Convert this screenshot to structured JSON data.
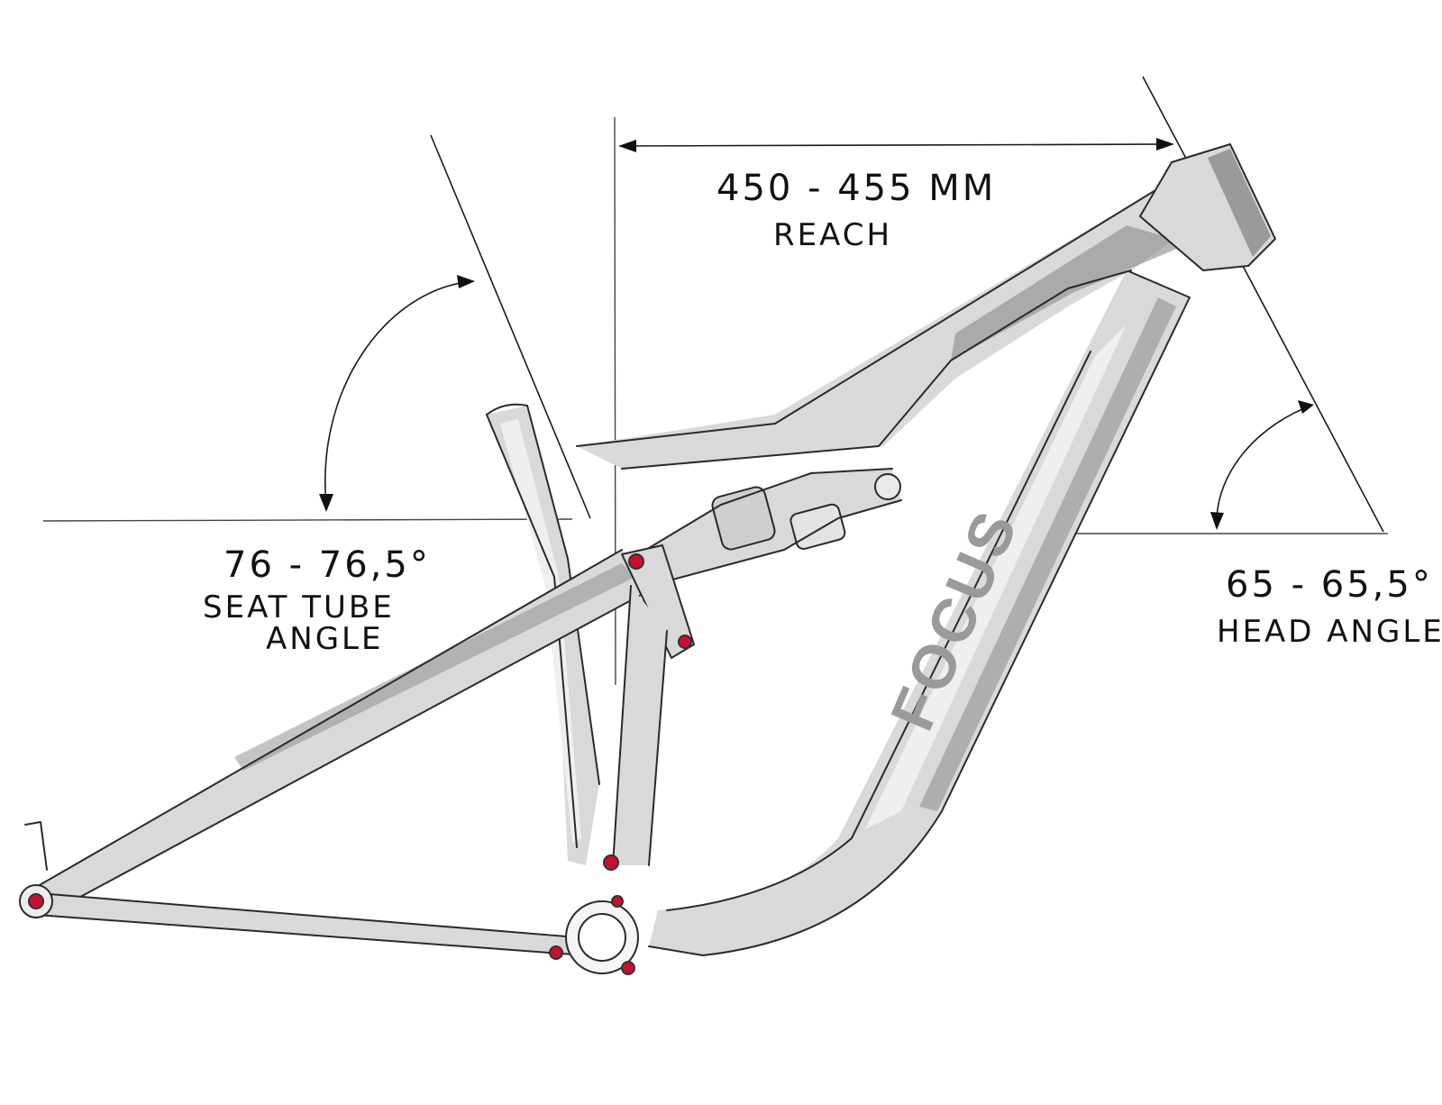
{
  "labels": {
    "reach_value": "450 - 455 MM",
    "reach_name": "REACH",
    "seat_value": "76 - 76,5°",
    "seat_name_1": "SEAT TUBE",
    "seat_name_2": "ANGLE",
    "head_value": "65 - 65,5°",
    "head_name": "HEAD ANGLE",
    "logo": "FOCUS"
  },
  "colors": {
    "pivot": "#c8102e",
    "line": "#1a1a1a",
    "logo": "#9a9a9a"
  }
}
